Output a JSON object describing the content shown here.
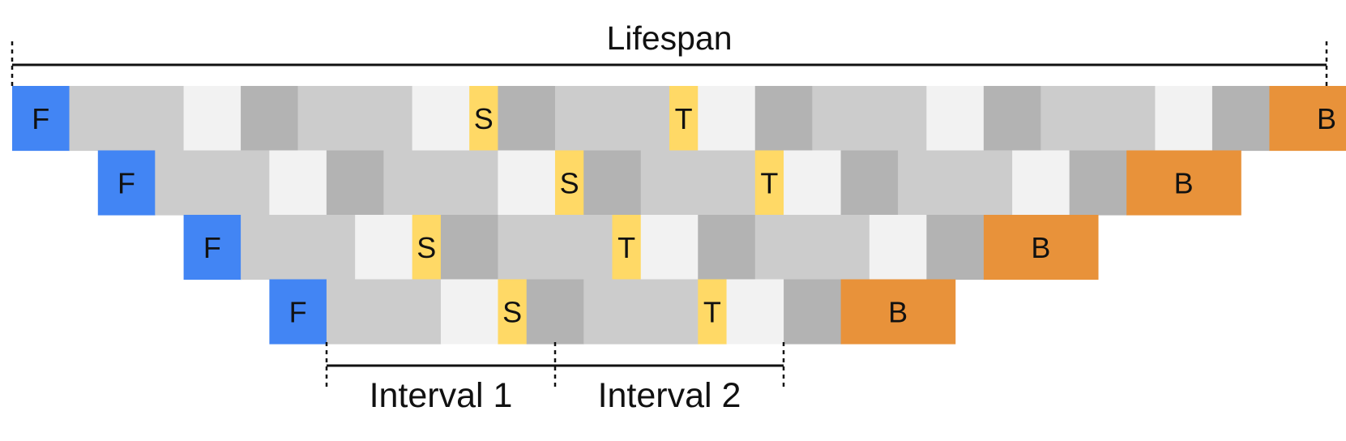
{
  "colors": {
    "forward": "#4285f4",
    "backward": "#e8923a",
    "send": "#ffd966",
    "light": "#f2f2f2",
    "mid": "#cccccc",
    "dark": "#b3b3b3",
    "line": "#111111"
  },
  "lifespan_label": "Lifespan",
  "interval_labels": [
    "Interval 1",
    "Interval 2"
  ],
  "rows": [
    {
      "blocks": [
        {
          "type": "forward",
          "label": "F"
        },
        {
          "type": "mid"
        },
        {
          "type": "light"
        },
        {
          "type": "dark"
        },
        {
          "type": "mid"
        },
        {
          "type": "light"
        },
        {
          "type": "send",
          "label": "S"
        },
        {
          "type": "dark"
        },
        {
          "type": "mid"
        },
        {
          "type": "send",
          "label": "T"
        },
        {
          "type": "light"
        },
        {
          "type": "dark"
        },
        {
          "type": "mid"
        },
        {
          "type": "light"
        },
        {
          "type": "dark"
        },
        {
          "type": "mid"
        },
        {
          "type": "light"
        },
        {
          "type": "dark"
        },
        {
          "type": "backward",
          "label": "B"
        }
      ]
    },
    {
      "blocks": [
        {
          "type": "forward",
          "label": "F"
        },
        {
          "type": "mid"
        },
        {
          "type": "light"
        },
        {
          "type": "dark"
        },
        {
          "type": "mid"
        },
        {
          "type": "light"
        },
        {
          "type": "send",
          "label": "S"
        },
        {
          "type": "dark"
        },
        {
          "type": "mid"
        },
        {
          "type": "send",
          "label": "T"
        },
        {
          "type": "light"
        },
        {
          "type": "dark"
        },
        {
          "type": "mid"
        },
        {
          "type": "light"
        },
        {
          "type": "dark"
        },
        {
          "type": "backward",
          "label": "B"
        }
      ]
    },
    {
      "blocks": [
        {
          "type": "forward",
          "label": "F"
        },
        {
          "type": "mid"
        },
        {
          "type": "light"
        },
        {
          "type": "send",
          "label": "S"
        },
        {
          "type": "dark"
        },
        {
          "type": "mid"
        },
        {
          "type": "send",
          "label": "T"
        },
        {
          "type": "light"
        },
        {
          "type": "dark"
        },
        {
          "type": "mid"
        },
        {
          "type": "light"
        },
        {
          "type": "dark"
        },
        {
          "type": "backward",
          "label": "B"
        }
      ]
    },
    {
      "blocks": [
        {
          "type": "forward",
          "label": "F"
        },
        {
          "type": "mid"
        },
        {
          "type": "light"
        },
        {
          "type": "send",
          "label": "S"
        },
        {
          "type": "dark"
        },
        {
          "type": "mid"
        },
        {
          "type": "send",
          "label": "T"
        },
        {
          "type": "light"
        },
        {
          "type": "dark"
        },
        {
          "type": "backward",
          "label": "B"
        }
      ]
    }
  ]
}
